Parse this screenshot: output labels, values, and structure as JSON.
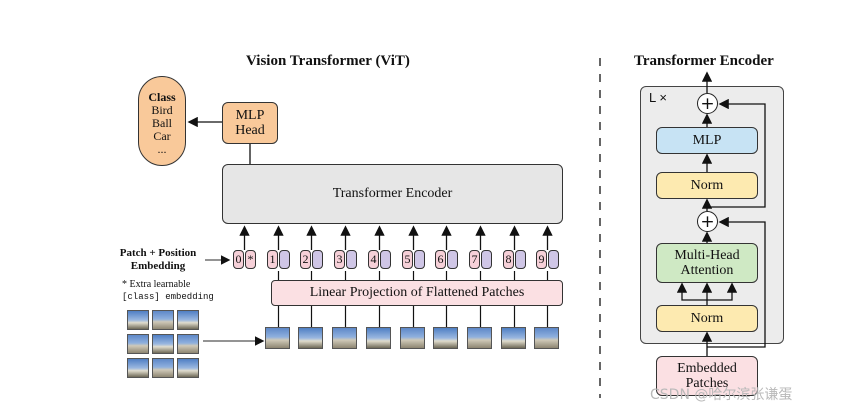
{
  "vit": {
    "title": "Vision Transformer (ViT)",
    "class_box": {
      "title": "Class",
      "items": [
        "Bird",
        "Ball",
        "Car",
        "..."
      ]
    },
    "mlp_head": {
      "line1": "MLP",
      "line2": "Head"
    },
    "encoder_label": "Transformer Encoder",
    "embedding_label_line1": "Patch + Position",
    "embedding_label_line2": "Embedding",
    "extra_note_line1": "* Extra learnable",
    "extra_note_line2": "[class] embedding",
    "tokens": [
      "0",
      "1",
      "2",
      "3",
      "4",
      "5",
      "6",
      "7",
      "8",
      "9"
    ],
    "class_token_symbol": "*",
    "linear_projection_label": "Linear Projection of Flattened Patches"
  },
  "encoder": {
    "title": "Transformer Encoder",
    "repeat_label": "L ×",
    "plus_symbol": "+",
    "mlp_label": "MLP",
    "norm_label": "Norm",
    "attention_line1": "Multi-Head",
    "attention_line2": "Attention",
    "embedded_line1": "Embedded",
    "embedded_line2": "Patches"
  },
  "watermark": "CSDN @哈尔滨张谦蛋",
  "colors": {
    "class_box": "#f9c99a",
    "mlp_head": "#f9c99a",
    "encoder_box": "#e6e6e6",
    "linear_projection": "#fbe0e3",
    "position_token": "#f6d0d8",
    "patch_token": "#cfc6e6",
    "mlp": "#c7e3f4",
    "norm": "#fdeab0",
    "attention": "#cfe9c4",
    "embedded_patches": "#fbe0e3",
    "encoder_panel": "#ececec"
  }
}
